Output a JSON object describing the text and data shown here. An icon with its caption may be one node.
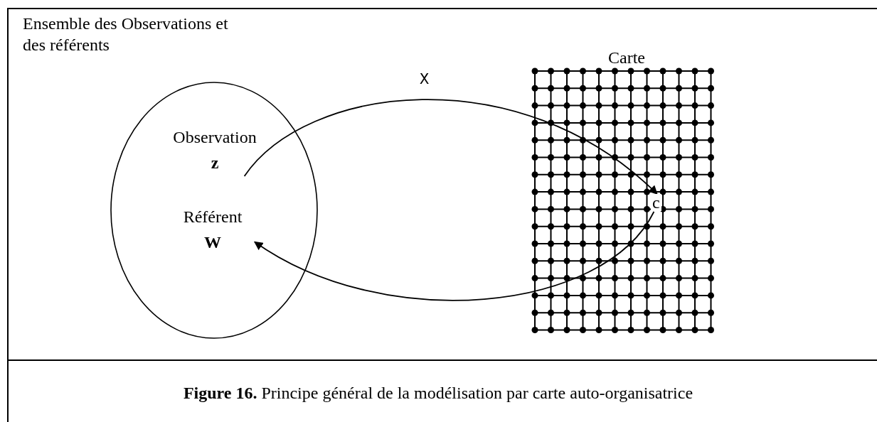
{
  "diagram": {
    "caption": "**Figure 16.** Principe général de la modélisation par carte auto-organisatrice",
    "nodes": [
      {
        "text": [
          "Ensemble des Observations et des référents"
        ]
      },
      {
        "text": [
          "Observation",
          "z"
        ],
        "in": 0
      },
      {
        "text": [
          "Référent",
          "W"
        ],
        "in": 0
      },
      {
        "text": [
          "Carte"
        ]
      },
      {
        "text": [
          "c"
        ],
        "in": 3
      }
    ],
    "edges": [
      {
        "from": 1,
        "to": 4,
        "arrow": "to",
        "label": "X"
      },
      {
        "from": 4,
        "to": 2,
        "arrow": "to"
      }
    ]
  }
}
